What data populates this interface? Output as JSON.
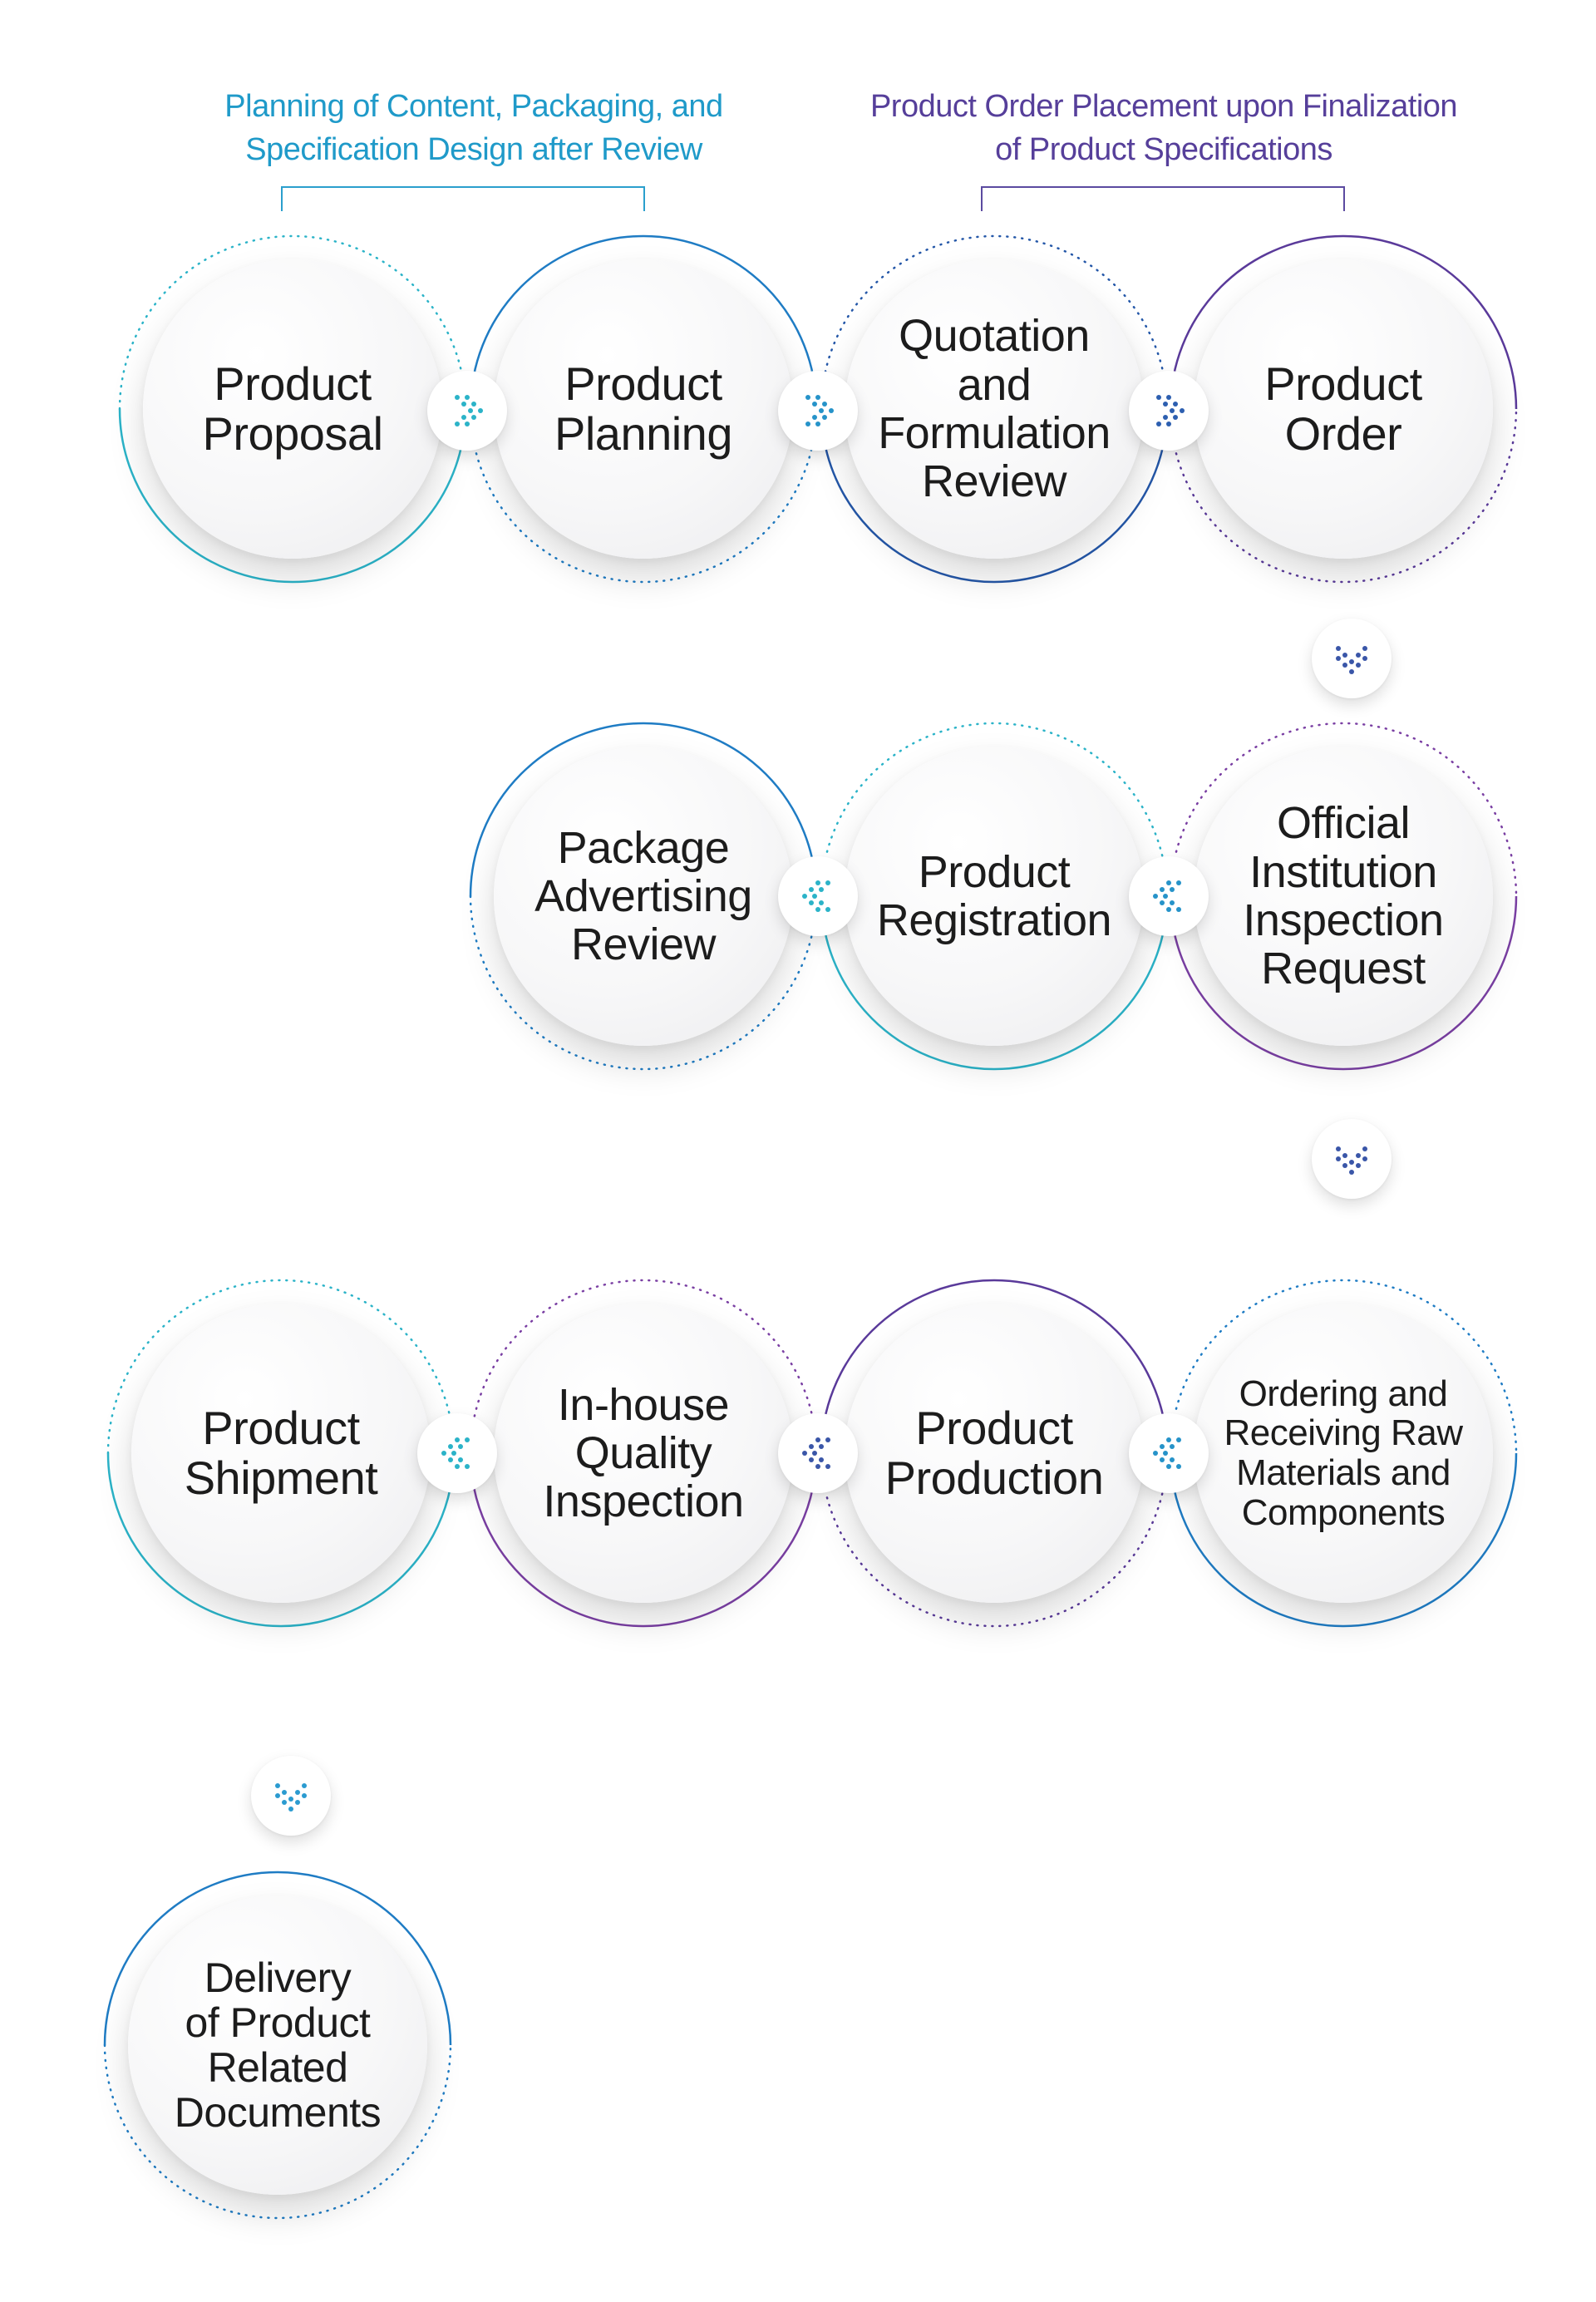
{
  "captions": {
    "left": "Planning of Content, Packaging, and\nSpecification Design after Review",
    "right": "Product Order Placement upon Finalization\nof Product Specifications"
  },
  "steps": {
    "product_proposal": "Product\nProposal",
    "product_planning": "Product\nPlanning",
    "quotation_review": "Quotation\nand\nFormulation\nReview",
    "product_order": "Product\nOrder",
    "inspection_request": "Official\nInstitution\nInspection\nRequest",
    "product_registration": "Product\nRegistration",
    "package_review": "Package\nAdvertising\nReview",
    "raw_materials": "Ordering and\nReceiving Raw\nMaterials and\nComponents",
    "product_production": "Product\nProduction",
    "quality_inspection": "In-house\nQuality\nInspection",
    "product_shipment": "Product\nShipment",
    "delivery_documents": "Delivery\nof Product\nRelated\nDocuments"
  },
  "colors": {
    "cyan": "#2bb3c8",
    "blue": "#1f7cc4",
    "deep_blue": "#2457a8",
    "purple": "#5a3a9a",
    "violet": "#7a3fa3",
    "caption_blue": "#1f9ac9",
    "caption_purple": "#563f9a",
    "text": "#1c1c1c"
  },
  "icons": {
    "chevron_right": "chevron-right-icon",
    "chevron_left": "chevron-left-icon",
    "chevron_down": "chevron-down-icon"
  }
}
